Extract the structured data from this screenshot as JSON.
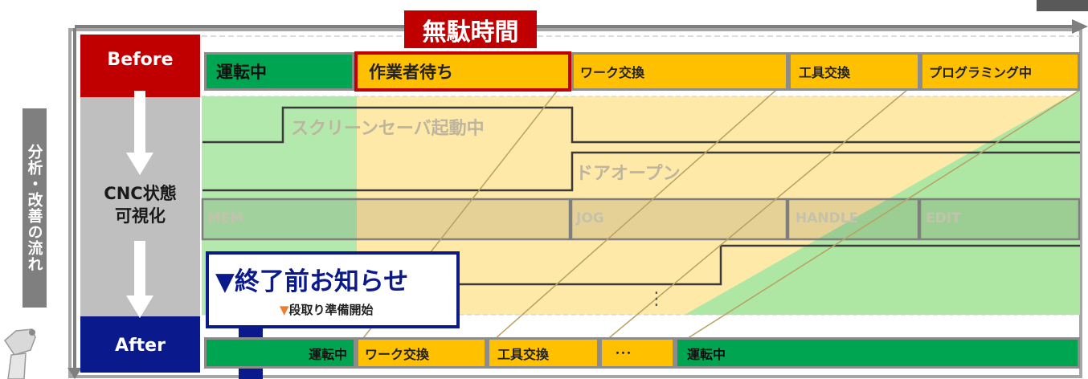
{
  "title": "無駄時間",
  "axis_label": "分析・改善の流れ",
  "rows": {
    "before": "Before",
    "cnc": [
      "CNC状態",
      "可視化"
    ],
    "after": "After"
  },
  "before_segments": [
    {
      "label": "運転中",
      "color": "#00a551"
    },
    {
      "label": "作業者待ち",
      "color": "#ffc000"
    },
    {
      "label": "ワーク交換",
      "color": "#ffc000"
    },
    {
      "label": "工具交換",
      "color": "#ffc000"
    },
    {
      "label": "プログラミング中",
      "color": "#ffc000"
    }
  ],
  "signals": {
    "screensaver": "スクリーンセーバ起動中",
    "door": "ドアオープン",
    "modes": [
      "MEM",
      "JOG",
      "HANDLE",
      "EDIT"
    ],
    "ellipsis": "⋮"
  },
  "notice": {
    "title": "▼終了前お知らせ",
    "sub_marker": "▼",
    "sub": "段取り準備開始"
  },
  "after_segments": [
    {
      "label": "運転中",
      "color": "#00a551"
    },
    {
      "label": "ワーク交換",
      "color": "#ffc000"
    },
    {
      "label": "工具交換",
      "color": "#ffc000"
    },
    {
      "label": "･･･",
      "color": "#ffc000"
    },
    {
      "label": "運転中",
      "color": "#00a551"
    }
  ],
  "colors": {
    "before_red": "#c00000",
    "after_navy": "#0a1a8c",
    "cnc_gray": "#bfbfbf",
    "green": "#00a551",
    "amber": "#ffc000",
    "light_green": "#a9e8a4",
    "light_amber": "#ffe7a0"
  }
}
